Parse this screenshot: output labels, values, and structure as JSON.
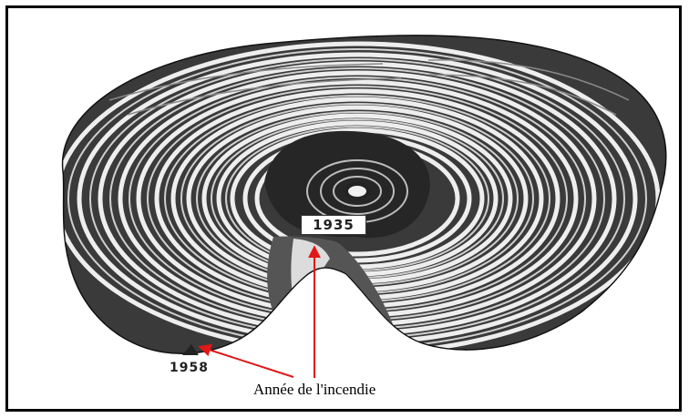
{
  "image": {
    "subject": "tree-ring-cross-section",
    "colors": {
      "wood_dark": "#1c1c1c",
      "wood_light": "#f2f2f2",
      "arrow": "#e01818",
      "frame": "#000000"
    }
  },
  "labels": {
    "ring_1935": "1935",
    "ring_1958": "1958",
    "caption": "Année de l'incendie"
  }
}
